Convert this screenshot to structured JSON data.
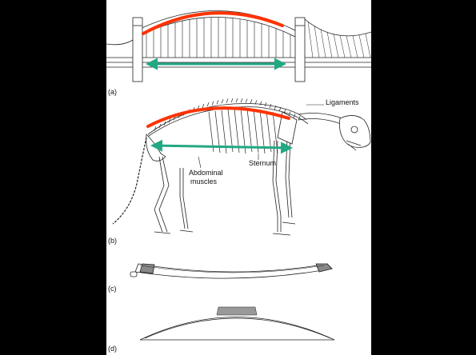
{
  "panels": [
    {
      "id": "a",
      "label": "(a)"
    },
    {
      "id": "b",
      "label": "(b)"
    },
    {
      "id": "c",
      "label": "(c)"
    },
    {
      "id": "d",
      "label": "(d)"
    }
  ],
  "annotations": {
    "ligaments": "Ligaments",
    "sternum": "Sternum",
    "abdominal_line1": "Abdominal",
    "abdominal_line2": "muscles"
  },
  "colors": {
    "background": "#000000",
    "panel": "#ffffff",
    "compression_arc": "#ff3300",
    "tension_arrow": "#22a884",
    "ink": "#222222"
  }
}
